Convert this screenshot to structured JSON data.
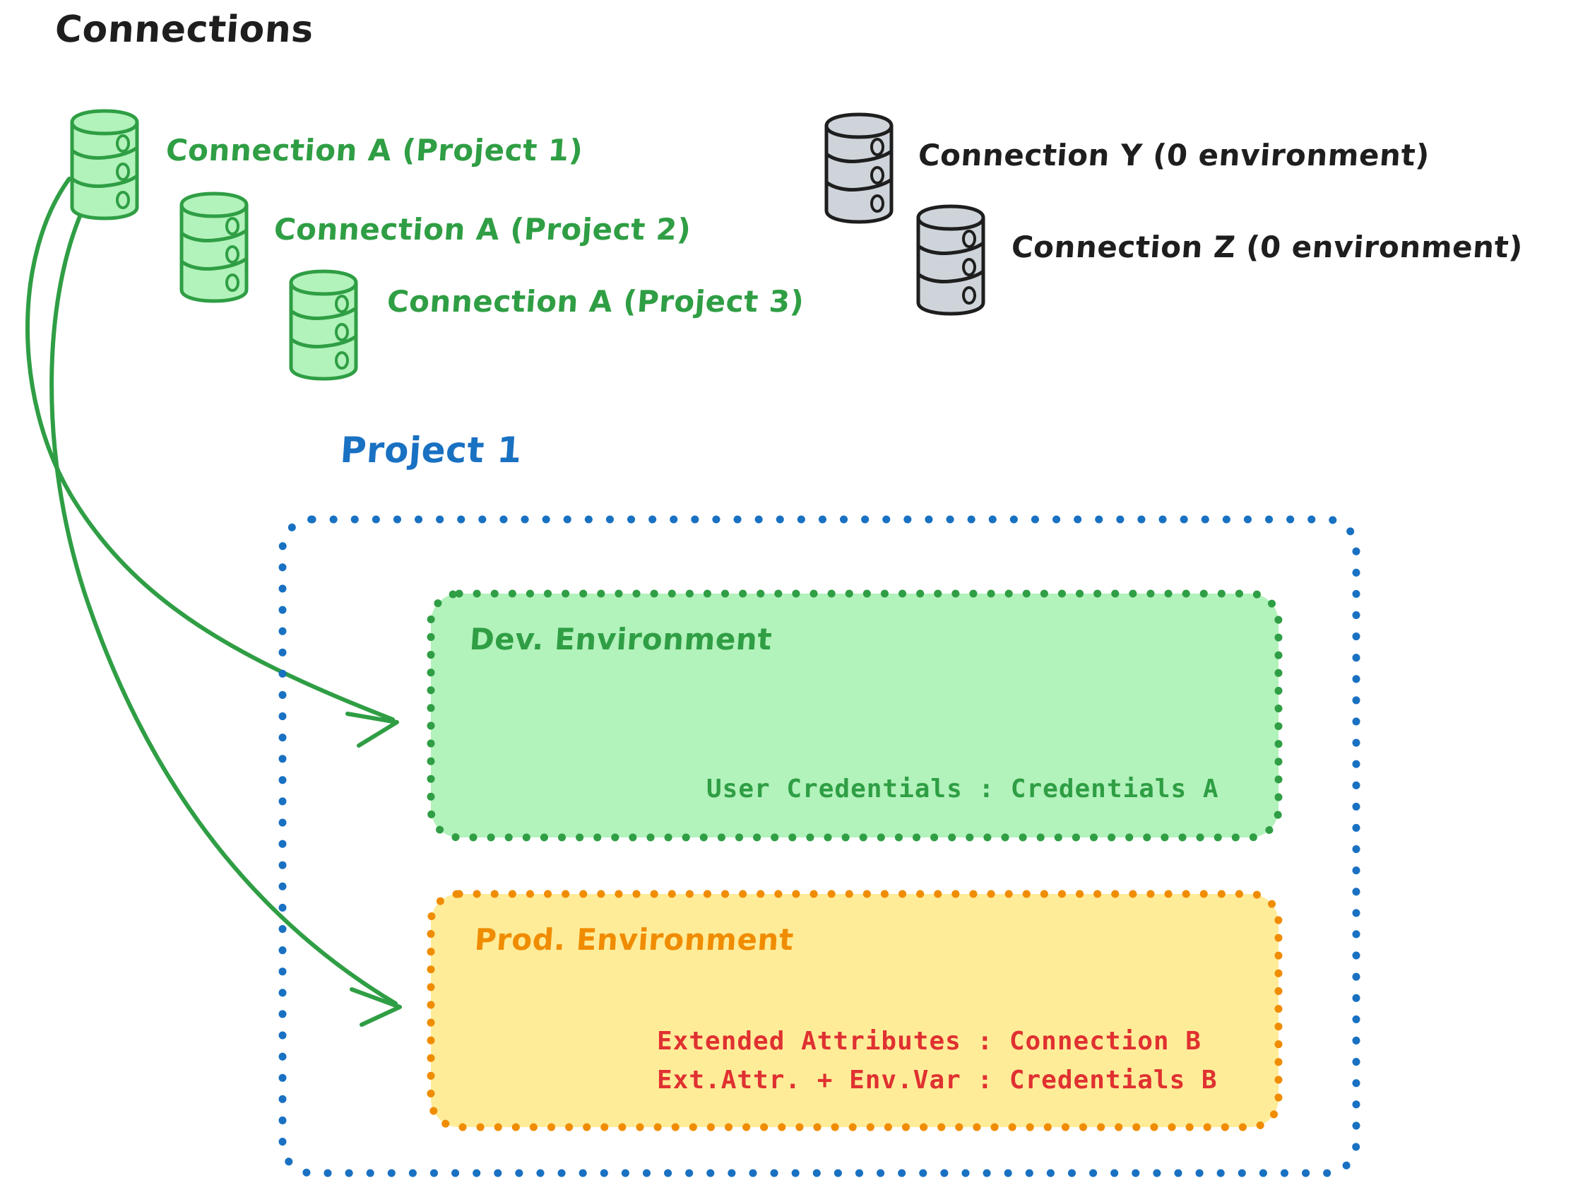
{
  "title": "Connections",
  "connections": [
    {
      "label": "Connection A (Project 1)",
      "color": "#2f9e44",
      "db": "database-icon-green"
    },
    {
      "label": "Connection A (Project 2)",
      "color": "#2f9e44",
      "db": "database-icon-green"
    },
    {
      "label": "Connection A (Project 3)",
      "color": "#2f9e44",
      "db": "database-icon-green"
    },
    {
      "label": "Connection Y (0 environment)",
      "color": "#1e1e1e",
      "db": "database-icon-gray"
    },
    {
      "label": "Connection Z (0 environment)",
      "color": "#1e1e1e",
      "db": "database-icon-gray"
    }
  ],
  "project": {
    "title": "Project 1",
    "border_color": "#1971c2",
    "environments": [
      {
        "name": "Dev. Environment",
        "title_color": "#2f9e44",
        "border_color": "#2f9e44",
        "fill_color": "#b2f2bb",
        "lines": [
          "User Credentials : Credentials A"
        ],
        "line_color": "#2f9e44"
      },
      {
        "name": "Prod. Environment",
        "title_color": "#f08c00",
        "border_color": "#f08c00",
        "fill_color": "#ffec99",
        "lines": [
          "Extended Attributes : Connection B",
          "Ext.Attr. + Env.Var : Credentials B"
        ],
        "line_color": "#e03131"
      }
    ]
  },
  "arrows": [
    {
      "name": "arrow-connection-a-to-dev",
      "color": "#2f9e44"
    },
    {
      "name": "arrow-connection-a-to-prod",
      "color": "#2f9e44"
    }
  ],
  "colors": {
    "green_stroke": "#2f9e44",
    "green_fill": "#b2f2bb",
    "gray_stroke": "#1e1e1e",
    "gray_fill": "#ced4da",
    "blue": "#1971c2",
    "orange": "#f08c00",
    "yellow_fill": "#ffec99",
    "red": "#e03131",
    "black": "#1e1e1e"
  }
}
